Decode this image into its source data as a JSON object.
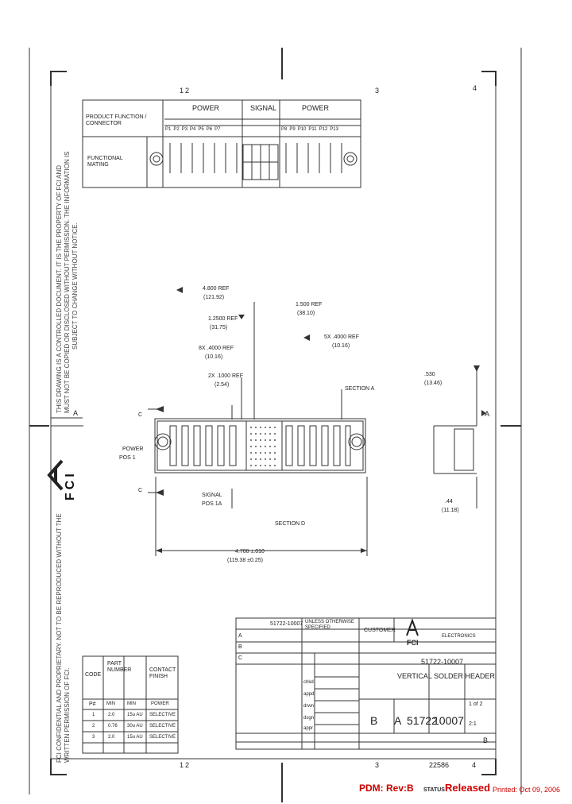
{
  "sheet": {
    "zone_top": [
      "1",
      "2",
      "3",
      "4"
    ],
    "zone_bottom": [
      "1",
      "2",
      "3",
      "4"
    ],
    "zone_side": [
      "A",
      "A"
    ],
    "zone_b": [
      "B",
      "B"
    ]
  },
  "top_table": {
    "col1": "PRODUCT FUNCTION / CONNECTOR",
    "power_a": "POWER",
    "signal": "SIGNAL",
    "power_b": "POWER",
    "row_label": "FUNCTIONAL MATING",
    "pins_a": [
      "P1",
      "P2",
      "P3",
      "P4",
      "P5",
      "P6",
      "P7"
    ],
    "pins_b": [
      "P8",
      "P9",
      "P10",
      "P11",
      "P12",
      "P13"
    ]
  },
  "dimensions": {
    "d1": "4.800 REF",
    "d1b": "(121.92)",
    "d2": "1.500 REF",
    "d2b": "(38.10)",
    "d3": "1.2500 REF",
    "d3b": "(31.75)",
    "d4": "8X .4000 REF",
    "d4b": "(10.16)",
    "d5": "5X .4000 REF",
    "d5b": "(10.16)",
    "d6": "2X .1000 REF",
    "d6b": "(2.54)",
    "d7": "SECTION A",
    "d8": ".530",
    "d8b": "(13.46)",
    "d9": "4.700 ±.010",
    "d9b": "(119.38 ±0.25)",
    "d10": ".44",
    "d10b": "(11.18)",
    "power_label": "POWER",
    "power_pos": "POS 1",
    "signal_label": "SIGNAL",
    "signal_pos": "POS 1A",
    "detail": "SECTION D",
    "c_label": "C"
  },
  "left_notes": {
    "note1": "THIS DRAWING IS A CONTROLLED DOCUMENT. IT IS THE PROPERTY OF FCI AND",
    "note2": "MUST NOT BE COPIED OR DISCLOSED WITHOUT PERMISSION. THE INFORMATION IS",
    "note3": "SUBJECT TO CHANGE WITHOUT NOTICE.",
    "note4": "FCI CONFIDENTIAL AND PROPRIETARY. NOT TO BE REPRODUCED WITHOUT THE",
    "note5": "WRITTEN PERMISSION OF FCI."
  },
  "logo": {
    "text": "FCI"
  },
  "bottom_left_table": {
    "header_code": "CODE",
    "header_part": "PART NUMBER",
    "header_contact": "CONTACT FINISH",
    "header_p": "P#",
    "rows": [
      {
        "a": "1",
        "b": "2.0",
        "c": "15u AU",
        "d": "SELECTIVE"
      },
      {
        "a": "2",
        "b": "0.76",
        "c": "30u AU",
        "d": "SELECTIVE"
      },
      {
        "a": "3",
        "b": "2.0",
        "c": "15u AU",
        "d": "SELECTIVE"
      }
    ],
    "sub": [
      "MIN",
      "MIN",
      "POWER"
    ]
  },
  "title_block": {
    "dwg_no": "51722-10007",
    "customer": "CUSTOMER",
    "company": "FCI",
    "company_sub": "ELECTRONICS",
    "title": "VERTICAL SOLDER HEADER",
    "size": "A",
    "cage": "51722",
    "part": "10007",
    "rev_box": "B",
    "sheet": "1 of 2",
    "scale": "2:1",
    "signed": "22586",
    "unless": "UNLESS OTHERWISE SPECIFIED",
    "row_labels": [
      "chkd",
      "appd",
      "drwn",
      "dsgn",
      "appr"
    ],
    "revs": [
      "A",
      "B",
      "C"
    ]
  },
  "footer": {
    "pdm": "PDM: Rev:B",
    "status_label": "STATUS",
    "status_value": "Released",
    "printed": "Printed: Oct 09, 2006"
  },
  "colors": {
    "line": "#333333",
    "red": "#cc0000"
  }
}
